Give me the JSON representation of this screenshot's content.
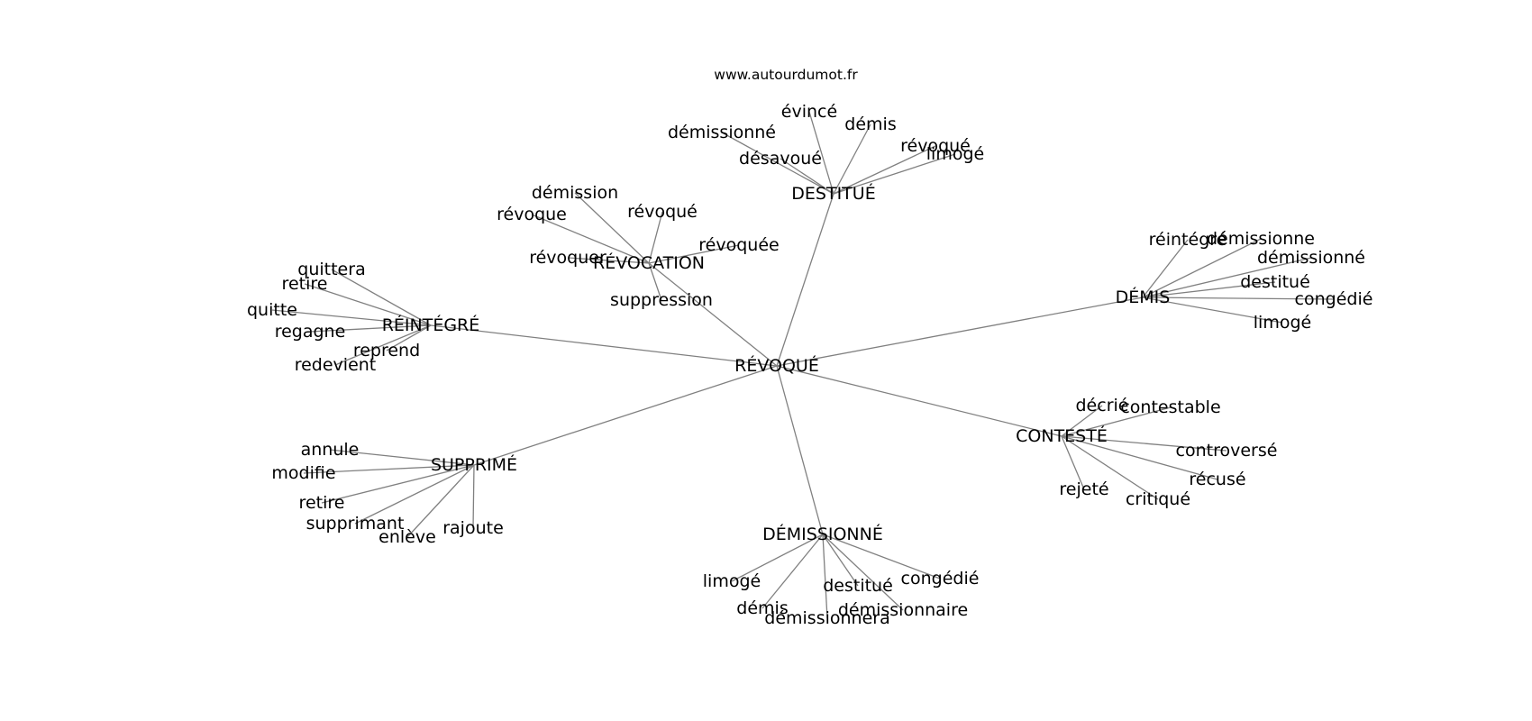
{
  "source": "www.autourdumot.fr",
  "center": "RÉVOQUÉ",
  "branches": [
    {
      "label": "DESTITUÉ",
      "leaves": [
        "démissionné",
        "évincé",
        "démis",
        "révoqué",
        "limogé",
        "désavoué"
      ]
    },
    {
      "label": "RÉVOCATION",
      "leaves": [
        "démission",
        "révoque",
        "révoqué",
        "révoquée",
        "révoquer",
        "suppression"
      ]
    },
    {
      "label": "RÉINTÉGRÉ",
      "leaves": [
        "quittera",
        "retire",
        "quitte",
        "regagne",
        "reprend",
        "redevient"
      ]
    },
    {
      "label": "DÉMIS",
      "leaves": [
        "réintégré",
        "démissionne",
        "démissionné",
        "destitué",
        "congédié",
        "limogé"
      ]
    },
    {
      "label": "CONTESTÉ",
      "leaves": [
        "décrié",
        "contestable",
        "controversé",
        "récusé",
        "rejeté",
        "critiqué"
      ]
    },
    {
      "label": "SUPPRIMÉ",
      "leaves": [
        "annule",
        "modifie",
        "retire",
        "supprimant",
        "enlève",
        "rajoute"
      ]
    },
    {
      "label": "DÉMISSIONNÉ",
      "leaves": [
        "limogé",
        "démis",
        "démissionnera",
        "destitué",
        "démissionnaire",
        "congédié"
      ]
    }
  ]
}
